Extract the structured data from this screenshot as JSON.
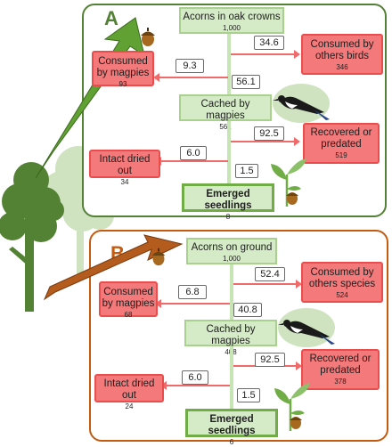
{
  "panel_a": {
    "letter": "A",
    "top": {
      "label": "Acorns in oak crowns",
      "value": "1,000"
    },
    "consumed_birds": {
      "label": "Consumed by others birds",
      "value": "346",
      "rate": "34.6"
    },
    "consumed_magpies": {
      "label": "Consumed by magpies",
      "value": "93",
      "rate": "9.3"
    },
    "cached": {
      "label": "Cached by magpies",
      "value": "561",
      "rate": "56.1"
    },
    "recovered": {
      "label": "Recovered or predated",
      "value": "519",
      "rate": "92.5"
    },
    "dried": {
      "label": "Intact dried out",
      "value": "34",
      "rate": "6.0"
    },
    "seedlings": {
      "label": "Emerged seedlings",
      "value": "8",
      "rate": "1.5"
    }
  },
  "panel_b": {
    "letter": "B",
    "top": {
      "label": "Acorns on ground",
      "value": "1,000"
    },
    "consumed_species": {
      "label": "Consumed by others species",
      "value": "524",
      "rate": "52.4"
    },
    "consumed_magpies": {
      "label": "Consumed by magpies",
      "value": "68",
      "rate": "6.8"
    },
    "cached": {
      "label": "Cached by magpies",
      "value": "408",
      "rate": "40.8"
    },
    "recovered": {
      "label": "Recovered or predated",
      "value": "378",
      "rate": "92.5"
    },
    "dried": {
      "label": "Intact dried out",
      "value": "24",
      "rate": "6.0"
    },
    "seedlings": {
      "label": "Emerged seedlings",
      "value": "6",
      "rate": "1.5"
    }
  },
  "colors": {
    "green_box": "#d5ebc7",
    "red_box": "#f4797a",
    "panel_a": "#538135",
    "panel_b": "#c55a11"
  }
}
